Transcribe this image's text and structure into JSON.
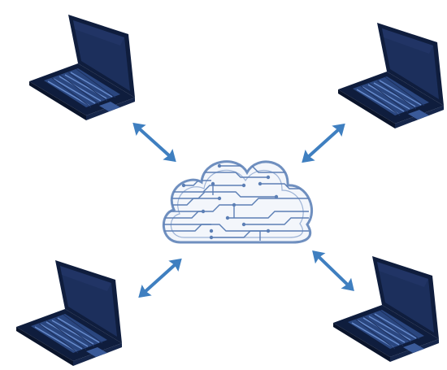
{
  "diagram": {
    "type": "cloud-network",
    "hub": {
      "icon": "circuit-cloud-icon"
    },
    "nodes": [
      {
        "id": "laptop-top-left",
        "icon": "laptop-icon"
      },
      {
        "id": "laptop-top-right",
        "icon": "laptop-icon"
      },
      {
        "id": "laptop-bottom-left",
        "icon": "laptop-icon"
      },
      {
        "id": "laptop-bottom-right",
        "icon": "laptop-icon"
      }
    ],
    "links": [
      {
        "from": "laptop-top-left",
        "to": "cloud",
        "direction": "bidirectional"
      },
      {
        "from": "laptop-top-right",
        "to": "cloud",
        "direction": "bidirectional"
      },
      {
        "from": "laptop-bottom-left",
        "to": "cloud",
        "direction": "bidirectional"
      },
      {
        "from": "laptop-bottom-right",
        "to": "cloud",
        "direction": "bidirectional"
      }
    ]
  },
  "colors": {
    "laptop_body": "#0f1d3d",
    "laptop_screen": "#1c2f5c",
    "laptop_keys": "#4b6fb3",
    "arrow": "#3f7fc0",
    "cloud_fill": "#f3f6fb",
    "cloud_stroke": "#6f8fbf",
    "circuit": "#5c7fb5"
  }
}
